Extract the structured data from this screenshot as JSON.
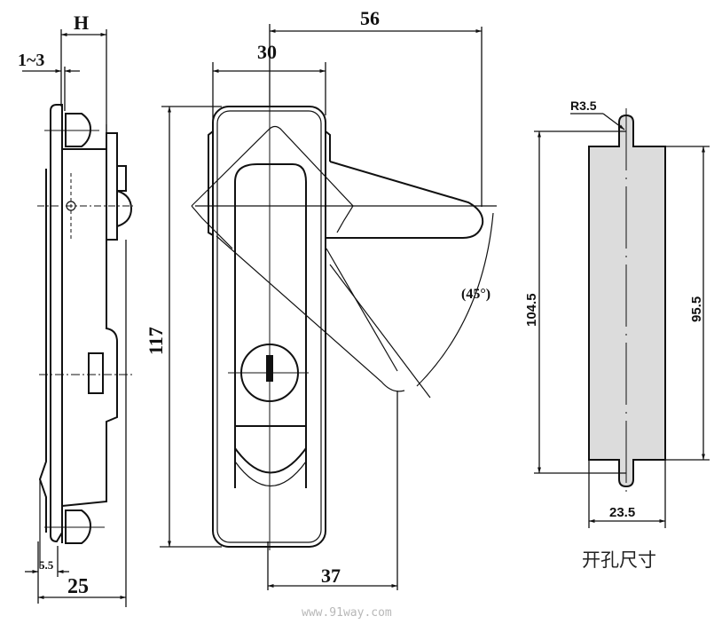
{
  "title": "Panel lock handle dimension drawing",
  "side_view": {
    "dim_H": "H",
    "dim_gap": "1~3",
    "dim_offset": "5.5",
    "dim_depth": "25"
  },
  "front_view": {
    "dim_width": "30",
    "dim_handle_reach": "56",
    "dim_height": "117",
    "dim_right_offset": "37",
    "rotation_angle": "(45°)"
  },
  "cutout_view": {
    "radius_label": "R3.5",
    "dim_total_height": "104.5",
    "dim_inner_height": "95.5",
    "dim_width": "23.5",
    "caption": "开孔尺寸",
    "fill_color": "#dcdcdc"
  },
  "watermark": "www.91way.com"
}
